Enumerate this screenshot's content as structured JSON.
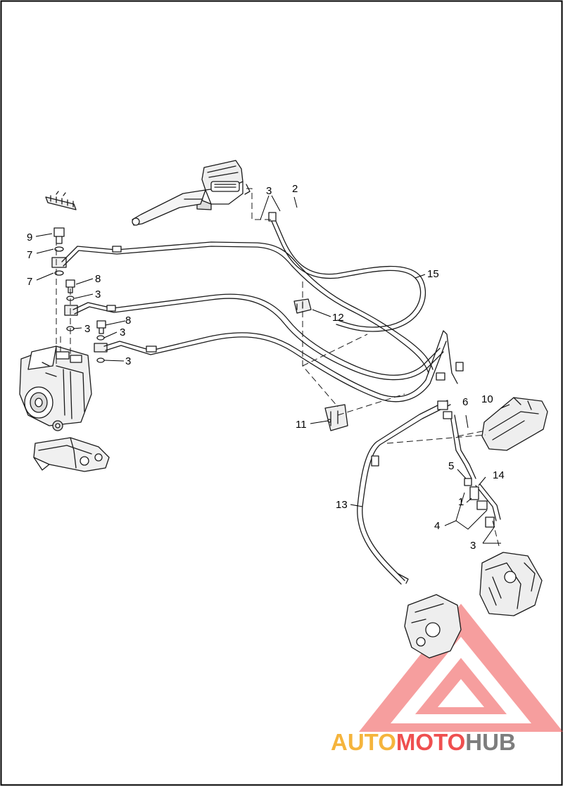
{
  "callouts": {
    "c1": "1",
    "c2": "2",
    "c3a": "3",
    "c3b": "3",
    "c3c": "3",
    "c3d": "3",
    "c3e": "3",
    "c3f": "3",
    "c4": "4",
    "c5": "5",
    "c6": "6",
    "c7a": "7",
    "c7b": "7",
    "c8a": "8",
    "c8b": "8",
    "c9": "9",
    "c10": "10",
    "c11": "11",
    "c12": "12",
    "c13": "13",
    "c14": "14",
    "c15": "15"
  },
  "watermark": {
    "part1": "AUTO",
    "part2": "MOTO",
    "part3": "HUB",
    "color1": "#f5b43c",
    "color2": "#ef4f4f",
    "color3": "#7d7d7d"
  },
  "colors": {
    "line": "#1a1a1a",
    "border": "#000000"
  }
}
